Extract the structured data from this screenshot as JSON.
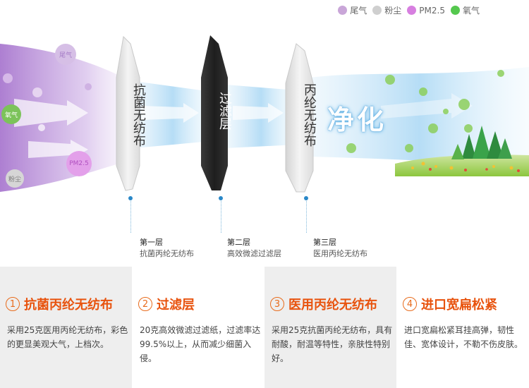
{
  "legend": [
    {
      "label": "尾气",
      "color": "#c9a6d8"
    },
    {
      "label": "粉尘",
      "color": "#cccccc"
    },
    {
      "label": "PM2.5",
      "color": "#d77fe0"
    },
    {
      "label": "氧气",
      "color": "#55c84e"
    }
  ],
  "particles": {
    "exhaust": "尾气",
    "oxygen": "氧气",
    "pm25": "PM2.5",
    "dust": "粉尘"
  },
  "filters": [
    {
      "text": "抗菌无纺布"
    },
    {
      "text": "过滤层"
    },
    {
      "text": "丙纶无纺布"
    }
  ],
  "purify_label": "净化",
  "layers": [
    {
      "title": "第一层",
      "desc": "抗菌丙纶无纺布"
    },
    {
      "title": "第二层",
      "desc": "高效微滤过滤层"
    },
    {
      "title": "第三层",
      "desc": "医用丙纶无纺布"
    }
  ],
  "features": [
    {
      "num": "1",
      "title": "抗菌丙纶无纺布",
      "body": "采用25克医用丙纶无纺布，彩色的更显美观大气，上档次。"
    },
    {
      "num": "2",
      "title": "过滤层",
      "body": "20克高效微滤过滤纸，过滤率达99.5%以上，从而减少细菌入侵。"
    },
    {
      "num": "3",
      "title": "医用丙纶无纺布",
      "body": "采用25克抗菌丙纶无纺布，具有耐酸，耐温等特性，亲肤性特别好。"
    },
    {
      "num": "4",
      "title": "进口宽扁松紧",
      "body": "进口宽扁松紧耳挂高弹，韧性佳、宽体设计，不勒不伤皮肤。"
    }
  ],
  "colors": {
    "accent": "#e8530e",
    "flow_purple": "#b98bd6",
    "flow_blue": "#9fd2f2",
    "filter_dark": "#2b2b2b",
    "filter_light": "#eeeeee"
  }
}
